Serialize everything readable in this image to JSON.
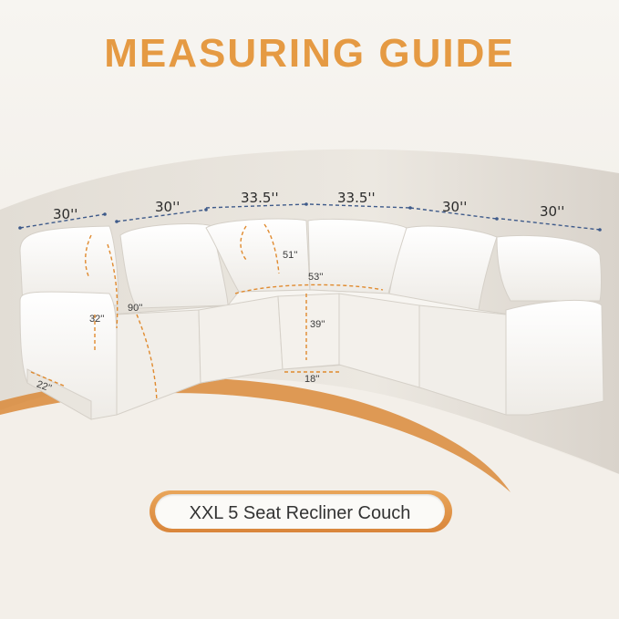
{
  "title": "MEASURING GUIDE",
  "badge_text": "XXL 5 Seat Recliner Couch",
  "colors": {
    "accent": "#e59a43",
    "dashed_blue": "#3e5a8a",
    "dashed_orange": "#e08a2e"
  },
  "top_dimensions": [
    "30''",
    "30''",
    "33.5''",
    "33.5''",
    "30''",
    "30''"
  ],
  "detail_dimensions": {
    "arm_front_height": "32''",
    "seat_back_90": "90''",
    "arm_depth": "22''",
    "corner_back_height": "51''",
    "corner_seat_width": "53''",
    "corner_height": "39''",
    "corner_depth": "18''"
  }
}
